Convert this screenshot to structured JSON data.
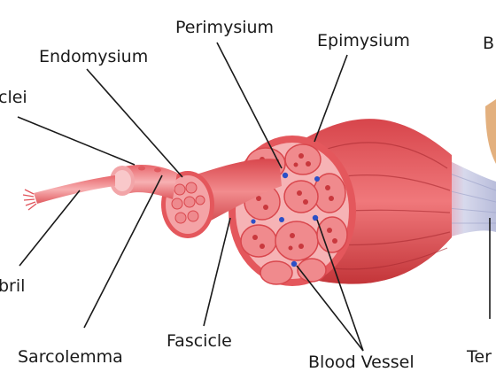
{
  "diagram": {
    "labels": {
      "perimysium": "Perimysium",
      "epimysium": "Epimysium",
      "endomysium": "Endomysium",
      "nuclei": "clei",
      "bone": "B",
      "myofibril": "bril",
      "sarcolemma": "Sarcolemma",
      "fascicle": "Fascicle",
      "blood_vessel": "Blood Vessel",
      "tendon": "Ter"
    },
    "colors": {
      "muscle_dark": "#c93a3f",
      "muscle_mid": "#e0545a",
      "muscle_light": "#f07f7f",
      "fascicle_pink": "#f4a3a6",
      "fiber_pink": "#ee8a8e",
      "vessel_blue": "#2b4fc7",
      "tendon": "#cfd3e6",
      "bone": "#e8b88a"
    }
  }
}
